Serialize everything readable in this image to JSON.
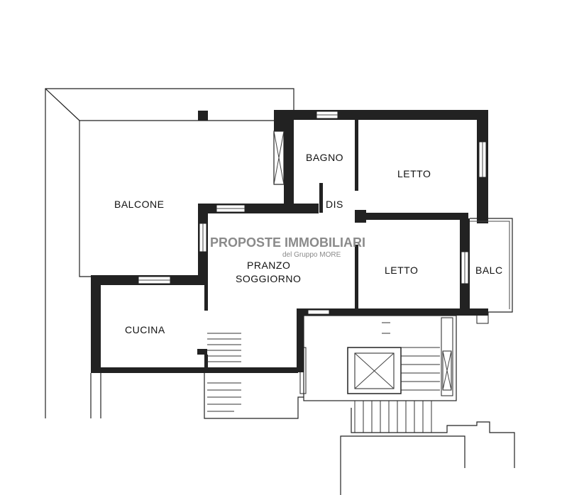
{
  "rooms": {
    "balcone": "BALCONE",
    "bagno": "BAGNO",
    "letto_1": "LETTO",
    "dis": "DIS",
    "pranzo": "PRANZO",
    "soggiorno": "SOGGIORNO",
    "letto_2": "LETTO",
    "balc": "BALC",
    "cucina": "CUCINA"
  },
  "watermark": {
    "title": "PROPOSTE IMMOBILIARI",
    "subtitle": "del Gruppo MORE"
  },
  "colors": {
    "wall": "#222222",
    "line": "#222222",
    "watermark": "#8a8a8a",
    "background": "#ffffff"
  }
}
